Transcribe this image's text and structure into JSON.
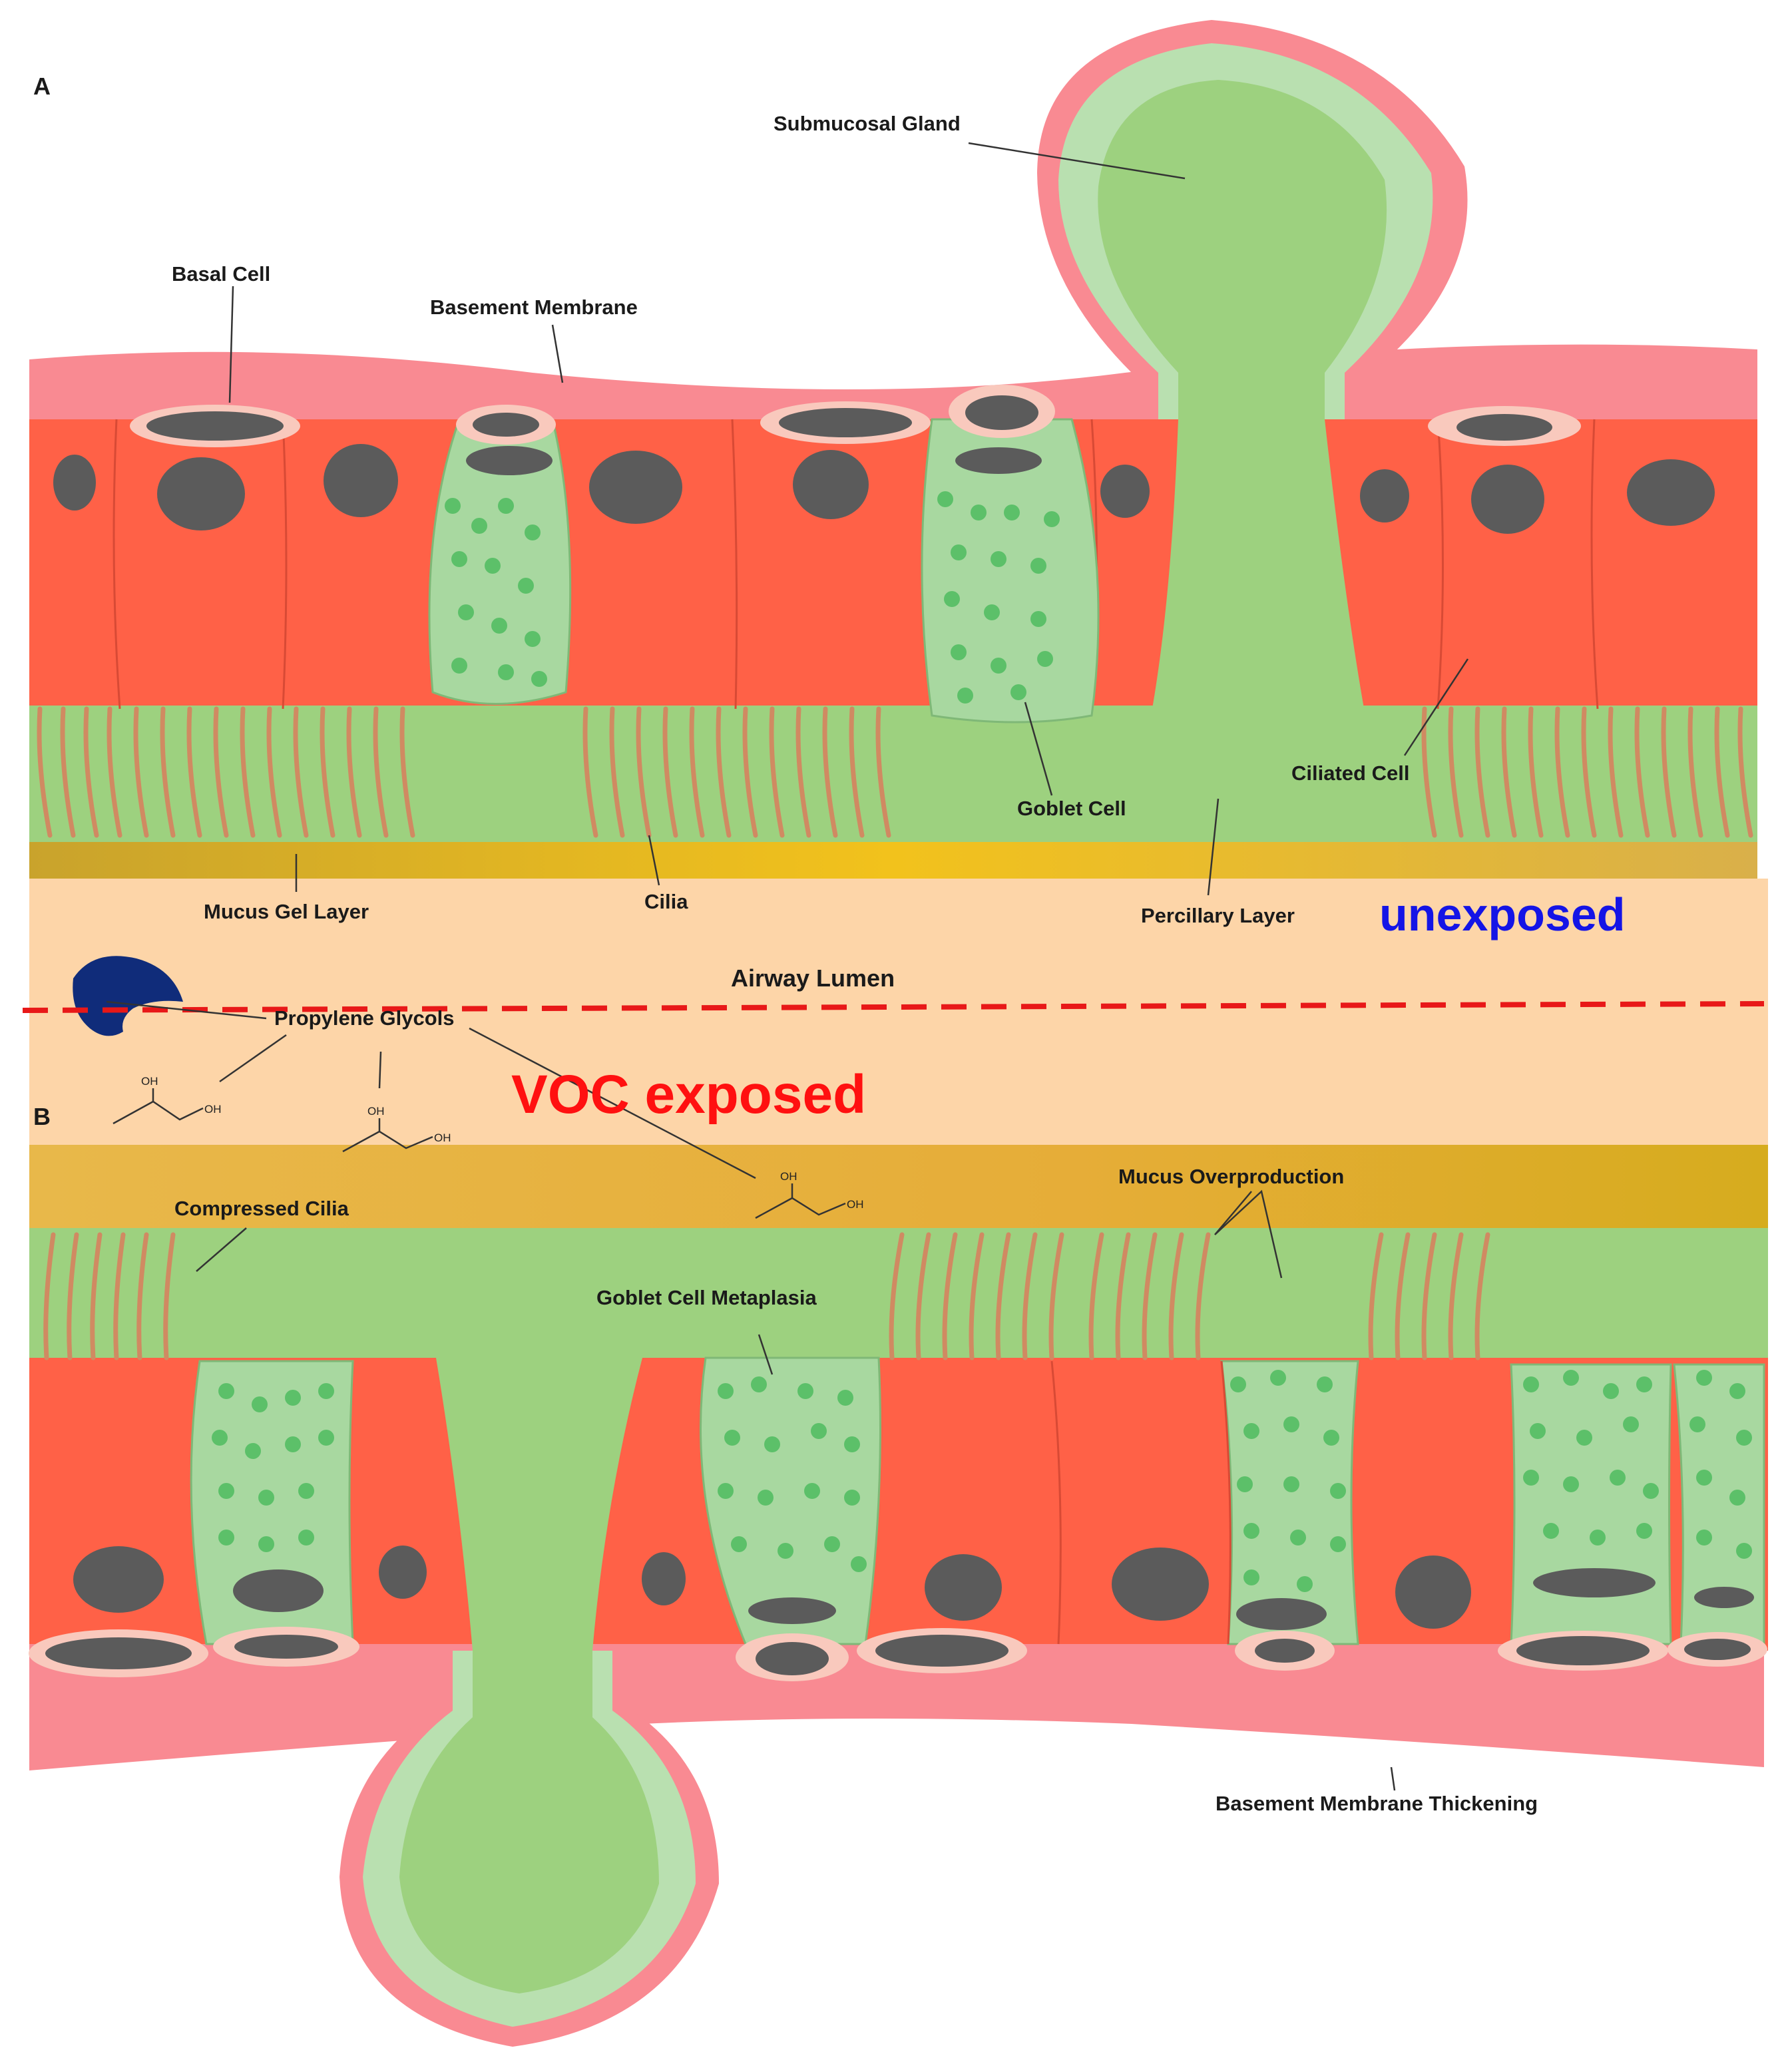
{
  "panels": {
    "a": "A",
    "b": "B"
  },
  "labels": {
    "submucosal_gland": "Submucosal Gland",
    "basal_cell": "Basal Cell",
    "basement_membrane": "Basement Membrane",
    "goblet_cell": "Goblet Cell",
    "ciliated_cell": "Ciliated Cell",
    "mucus_gel_layer": "Mucus Gel Layer",
    "cilia": "Cilia",
    "percillary_layer": "Percillary Layer",
    "airway_lumen": "Airway Lumen",
    "propylene_glycols": "Propylene Glycols",
    "compressed_cilia": "Compressed Cilia",
    "mucus_overproduction": "Mucus Overproduction",
    "goblet_cell_metaplasia": "Goblet Cell Metaplasia",
    "basement_membrane_thickening": "Basement Membrane Thickening"
  },
  "status": {
    "unexposed": "unexposed",
    "voc_exposed": "VOC exposed"
  },
  "chem_oh": "OH",
  "colors": {
    "basement_membrane": "#f98a92",
    "ciliated_cell": "#ff6147",
    "goblet_cell": "#a8d8a0",
    "periciliary_fluid": "#9dd17f",
    "mucus_gel": "#e8b52a",
    "lumen": "#fdd5a8",
    "nucleus": "#5b5b5b",
    "basal_rim": "#f9c9bd",
    "cilia": "#d08a62",
    "divider": "#e81818"
  }
}
